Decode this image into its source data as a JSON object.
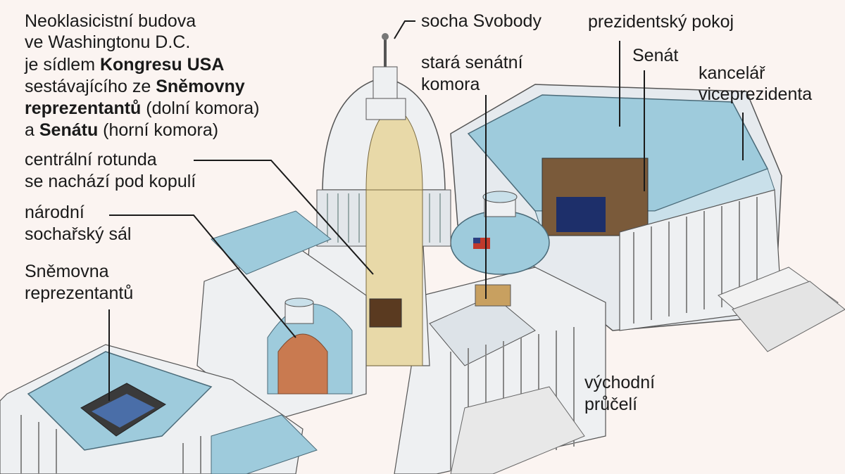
{
  "intro": {
    "line1": "Neoklasicistní budova",
    "line2": "ve Washingtonu D.C.",
    "line3_pre": "je sídlem ",
    "line3_bold": "Kongresu USA",
    "line4_pre": "sestávajícího ze ",
    "line4_bold": "Sněmovny",
    "line5_bold": "reprezentantů",
    "line5_post": " (dolní komora)",
    "line6_pre": "a ",
    "line6_bold": "Senátu",
    "line6_post": " (horní komora)"
  },
  "labels": {
    "statue": "socha Svobody",
    "old_senate_1": "stará senátní",
    "old_senate_2": "komora",
    "presidents_room": "prezidentský pokoj",
    "senate": "Senát",
    "vp_office_1": "kancelář",
    "vp_office_2": "viceprezidenta",
    "rotunda_1": "centrální rotunda",
    "rotunda_2": "se nachází pod kopulí",
    "statuary_1": "národní",
    "statuary_2": "sochařský sál",
    "house_1": "Sněmovna",
    "house_2": "reprezentantů",
    "east_front_1": "východní",
    "east_front_2": "průčelí"
  },
  "colors": {
    "background": "#fbf4f1",
    "roof": "#9ecbdc",
    "stone": "#eef0f2",
    "interior": "#e8d9a8",
    "leader": "#1a1a1a"
  }
}
